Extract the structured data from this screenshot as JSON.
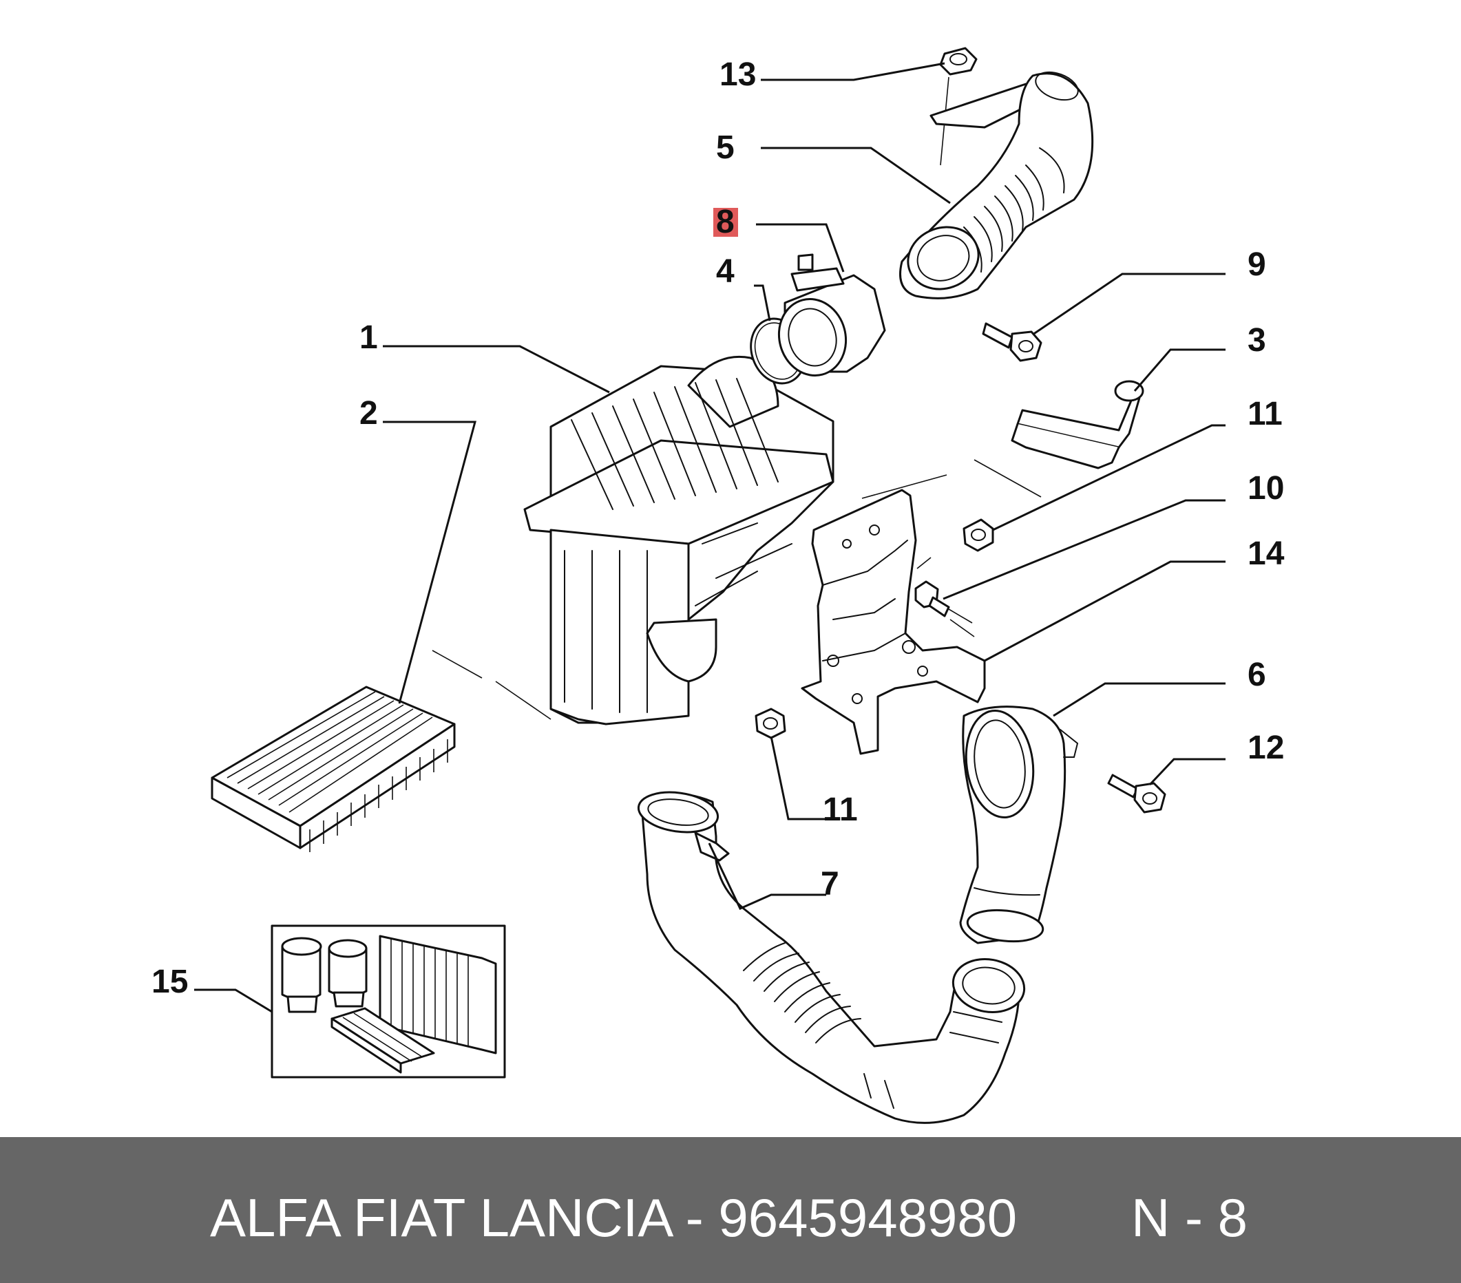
{
  "callouts": {
    "c1": "1",
    "c2": "2",
    "c3": "3",
    "c4": "4",
    "c5": "5",
    "c6": "6",
    "c7": "7",
    "c8": "8",
    "c9": "9",
    "c10": "10",
    "c11a": "11",
    "c11b": "11",
    "c12": "12",
    "c13": "13",
    "c14": "14",
    "c15": "15"
  },
  "highlight": {
    "callout": "8",
    "color": "#e05a5a"
  },
  "footer": {
    "brand_part": "ALFA FIAT LANCIA - 9645948980",
    "page_ref": "N - 8",
    "bg_color": "#666666"
  },
  "icons": {
    "air_filter_housing": "air-filter-housing-icon",
    "air_filter_element": "air-filter-element-icon",
    "mass_air_flow_sensor": "mass-air-flow-sensor-icon",
    "intake_hose": "intake-hose-icon",
    "bracket": "mounting-bracket-icon",
    "bolt": "bolt-icon",
    "nut": "nut-icon",
    "filter_kit": "filter-kit-icon"
  }
}
